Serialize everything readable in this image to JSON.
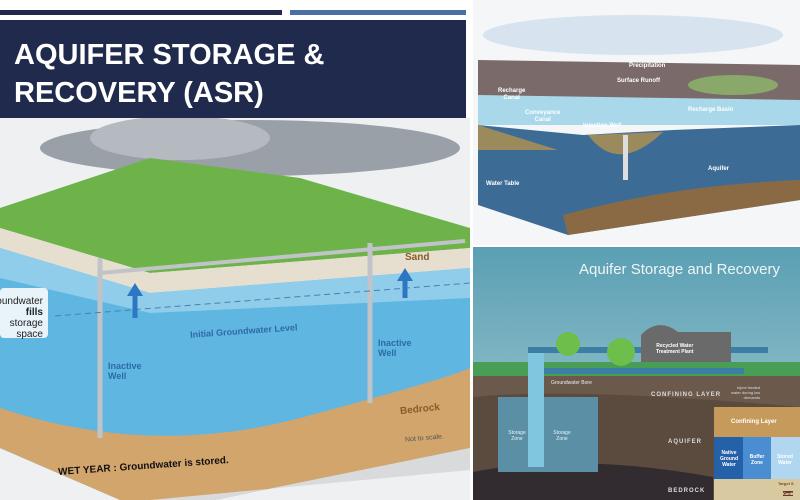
{
  "slide": {
    "title_line1": "AQUIFER STORAGE &",
    "title_line2": "RECOVERY (ASR)"
  },
  "left_diagram": {
    "sand": "Sand",
    "bedrock": "Bedrock",
    "fills_1": "Groundwater",
    "fills_2": "fills",
    "fills_3": "storage",
    "fills_4": "space",
    "initial_level": "Initial Groundwater Level",
    "well_left_1": "Inactive",
    "well_left_2": "Well",
    "well_right_1": "Inactive",
    "well_right_2": "Well",
    "not_to_scale": "Not to scale.",
    "caption": "WET YEAR : Groundwater is stored."
  },
  "top_right_diagram": {
    "precipitation": "Precipitation",
    "surface_runoff": "Surface Runoff",
    "recharge_canal_1": "Recharge",
    "recharge_canal_2": "Canal",
    "conveyance_1": "Conveyance",
    "conveyance_2": "Canal",
    "injection_well": "Injection Well",
    "recharge_basin": "Recharge Basin",
    "water_table": "Water Table",
    "aquifer": "Aquifer"
  },
  "bottom_right_diagram": {
    "title": "Aquifer Storage and Recovery",
    "plant_1": "Recycled Water",
    "plant_2": "Treatment Plant",
    "bore": "Groundwater Bore",
    "confining": "CONFINING LAYER",
    "inject_1": "Inject treated",
    "inject_2": "water during low",
    "inject_3": "demands",
    "storage_zone": "Storage Zone",
    "aquifer": "AQUIFER",
    "bedrock": "BEDROCK",
    "inset_confining": "Confining Layer",
    "native": "Native Ground Water",
    "buffer": "Buffer Zone",
    "stored": "Stored Water",
    "target": "Target S",
    "confi": "Confi"
  },
  "colors": {
    "navy": "#1f2a4d",
    "accent": "#4a6fa5"
  }
}
